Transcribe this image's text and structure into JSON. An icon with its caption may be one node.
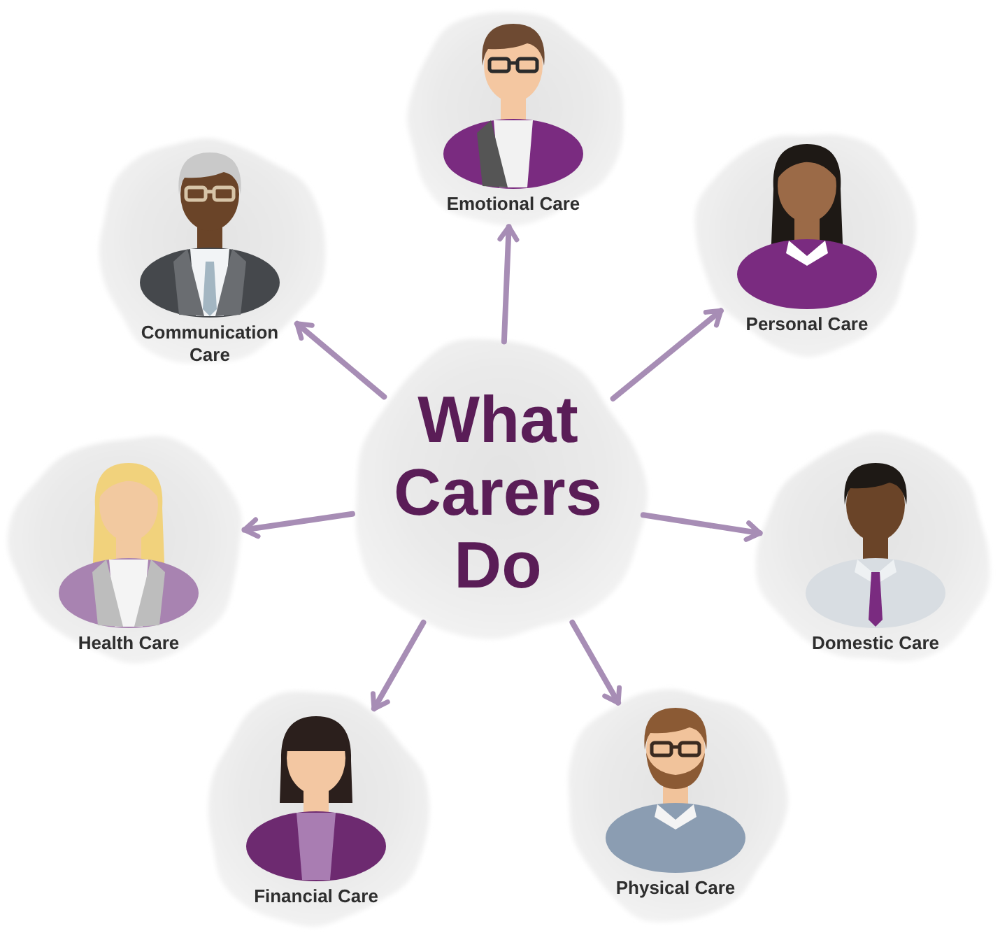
{
  "diagram": {
    "nodes": [
      {
        "text": [
          "What Carers Do"
        ]
      },
      {
        "text": [
          "Emotional Care"
        ]
      },
      {
        "text": [
          "Communication Care"
        ]
      },
      {
        "text": [
          "Personal Care"
        ]
      },
      {
        "text": [
          "Health Care"
        ]
      },
      {
        "text": [
          "Domestic Care"
        ]
      },
      {
        "text": [
          "Financial Care"
        ]
      },
      {
        "text": [
          "Physical Care"
        ]
      }
    ],
    "edges": [
      {
        "from": 0,
        "to": 1,
        "arrow": "to"
      },
      {
        "from": 0,
        "to": 2,
        "arrow": "to"
      },
      {
        "from": 0,
        "to": 3,
        "arrow": "to"
      },
      {
        "from": 0,
        "to": 4,
        "arrow": "to"
      },
      {
        "from": 0,
        "to": 5,
        "arrow": "to"
      },
      {
        "from": 0,
        "to": 6,
        "arrow": "to"
      },
      {
        "from": 0,
        "to": 7,
        "arrow": "to"
      }
    ]
  }
}
